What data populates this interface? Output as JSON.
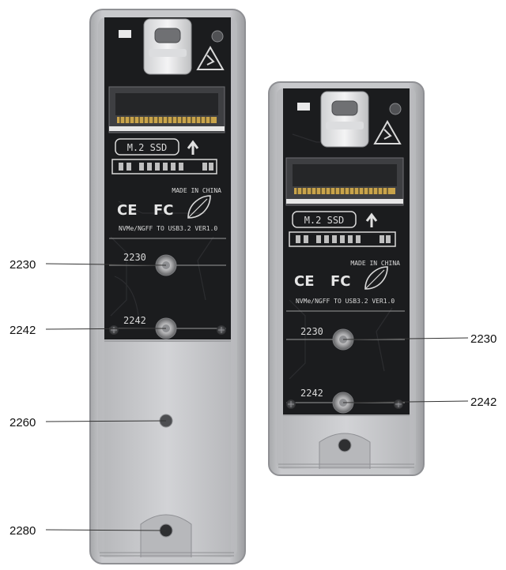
{
  "left_enclosure": {
    "type_label": "M.2 SSD",
    "made_in": "MADE IN CHINA",
    "ce_mark": "CE",
    "fc_mark": "FC",
    "model_line": "NVMe/NGFF TO USB3.2 VER1.0",
    "silk_2230": "2230",
    "silk_2242": "2242"
  },
  "right_enclosure": {
    "type_label": "M.2 SSD",
    "made_in": "MADE IN CHINA",
    "ce_mark": "CE",
    "fc_mark": "FC",
    "model_line": "NVMe/NGFF TO USB3.2 VER1.0",
    "silk_2230": "2230",
    "silk_2242": "2242"
  },
  "callouts_left": [
    "2230",
    "2242",
    "2260",
    "2280"
  ],
  "callouts_right": [
    "2230",
    "2242"
  ],
  "colors": {
    "shell": "#b9babd",
    "shell_edge": "#8f9094",
    "tray": "#c9cacd",
    "pcb": "#1b1c1e",
    "pcb_trace": "#2a2b2e",
    "silkscreen": "#d9d9d9"
  }
}
